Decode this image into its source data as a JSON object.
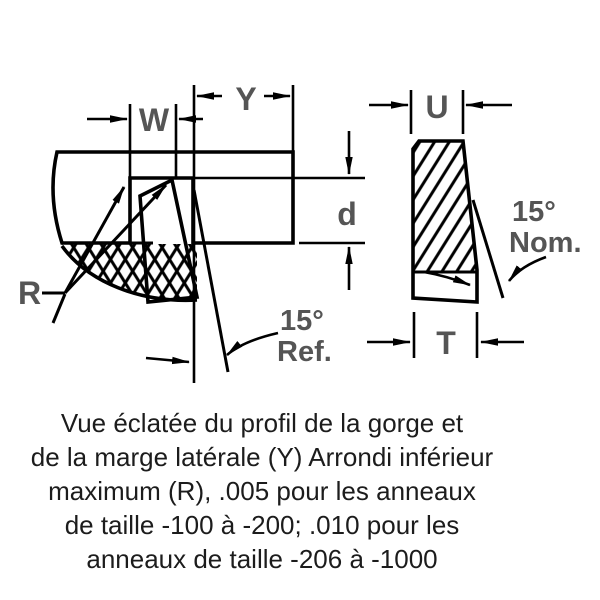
{
  "diagram": {
    "dimension_labels": {
      "W": "W",
      "Y": "Y",
      "U": "U",
      "d": "d",
      "T": "T",
      "R": "R"
    },
    "angle_annotations": {
      "ref": {
        "angle": "15°",
        "label": "Ref."
      },
      "nom": {
        "angle": "15°",
        "label": "Nom."
      }
    }
  },
  "caption": {
    "lines": [
      "Vue éclatée du profil de la gorge et",
      "de la marge latérale (Y) Arrondi inférieur",
      "maximum (R), .005 pour les anneaux",
      "de taille -100 à -200; .010 pour les",
      "anneaux de taille -206 à -1000"
    ]
  },
  "colors": {
    "line": "#000000",
    "dimension_label": "#555555",
    "caption_text": "#1c1c1c",
    "background": "#ffffff"
  }
}
